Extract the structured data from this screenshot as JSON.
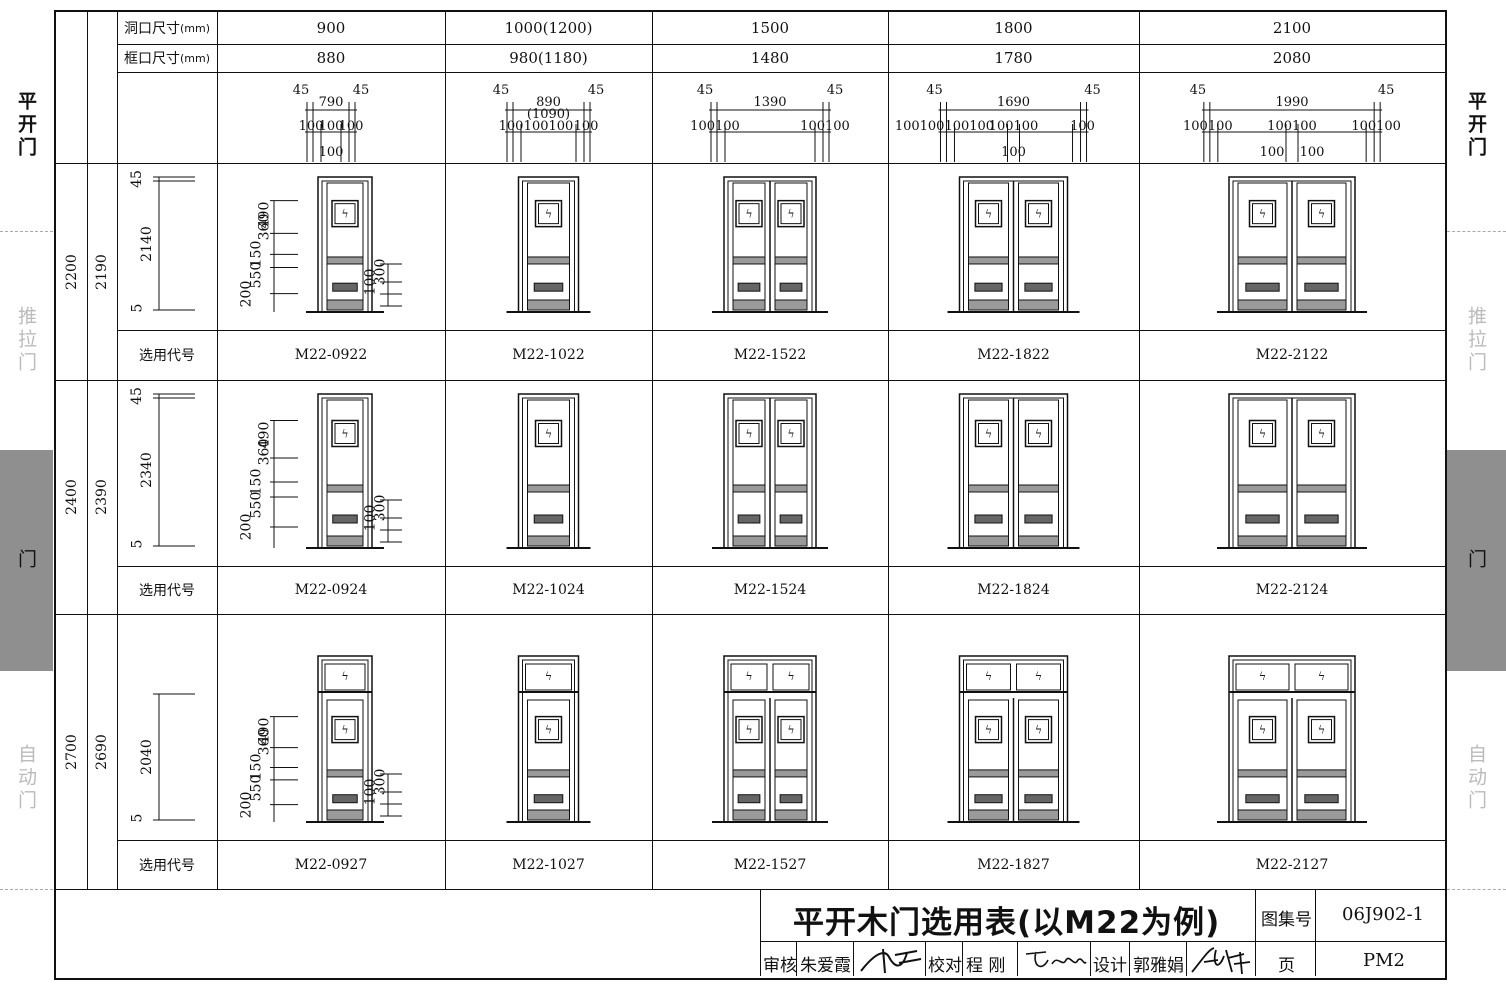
{
  "side_nav": {
    "items": [
      {
        "label": "平开门",
        "state": "active-title"
      },
      {
        "label": "推拉门",
        "state": "dim"
      },
      {
        "label": "门",
        "state": "highlighted"
      },
      {
        "label": "自动门",
        "state": "dim"
      }
    ]
  },
  "table": {
    "row_header_opening": "洞口尺寸",
    "row_header_frame": "框口尺寸",
    "unit": "(mm)",
    "select_code_label": "选用代号",
    "opening_widths": [
      "900",
      "1000(1200)",
      "1500",
      "1800",
      "2100"
    ],
    "frame_widths": [
      "880",
      "980(1180)",
      "1480",
      "1780",
      "2080"
    ],
    "width_dims": [
      [
        "45",
        "790",
        "45",
        "100",
        "100",
        "100",
        "100"
      ],
      [
        "45",
        "890",
        "45",
        "(1090)",
        "100",
        "100100",
        "100"
      ],
      [
        "45",
        "1390",
        "45",
        "100100",
        "100100"
      ],
      [
        "45",
        "1690",
        "45",
        "100100100100",
        "100100",
        "100",
        "100"
      ],
      [
        "45",
        "1990",
        "45",
        "100100",
        "100100",
        "100100",
        "100",
        "100"
      ]
    ],
    "rows": [
      {
        "opening_height": "2200",
        "frame_height": "2190",
        "dims": [
          "45",
          "2140",
          "5"
        ],
        "codes": [
          "M22-0922",
          "M22-1022",
          "M22-1522",
          "M22-1822",
          "M22-2122"
        ]
      },
      {
        "opening_height": "2400",
        "frame_height": "2390",
        "dims": [
          "45",
          "2340",
          "5"
        ],
        "codes": [
          "M22-0924",
          "M22-1024",
          "M22-1524",
          "M22-1824",
          "M22-2124"
        ]
      },
      {
        "opening_height": "2700",
        "frame_height": "2690",
        "dims": [
          "2040",
          "5"
        ],
        "codes": [
          "M22-0927",
          "M22-1027",
          "M22-1527",
          "M22-1827",
          "M22-2127"
        ]
      }
    ],
    "panel_dims_left": [
      "490",
      "360",
      "150",
      "550",
      "200"
    ],
    "panel_dims_right": [
      "300",
      "100"
    ]
  },
  "title_block": {
    "title": "平开木门选用表(以M22为例)",
    "atlas_label": "图集号",
    "atlas_no": "06J902-1",
    "page_label": "页",
    "page_no": "PM2",
    "review_label": "审核",
    "reviewer": "朱爱霞",
    "check_label": "校对",
    "checker": "程 刚",
    "design_label": "设计",
    "designer": "郭雅娟"
  }
}
